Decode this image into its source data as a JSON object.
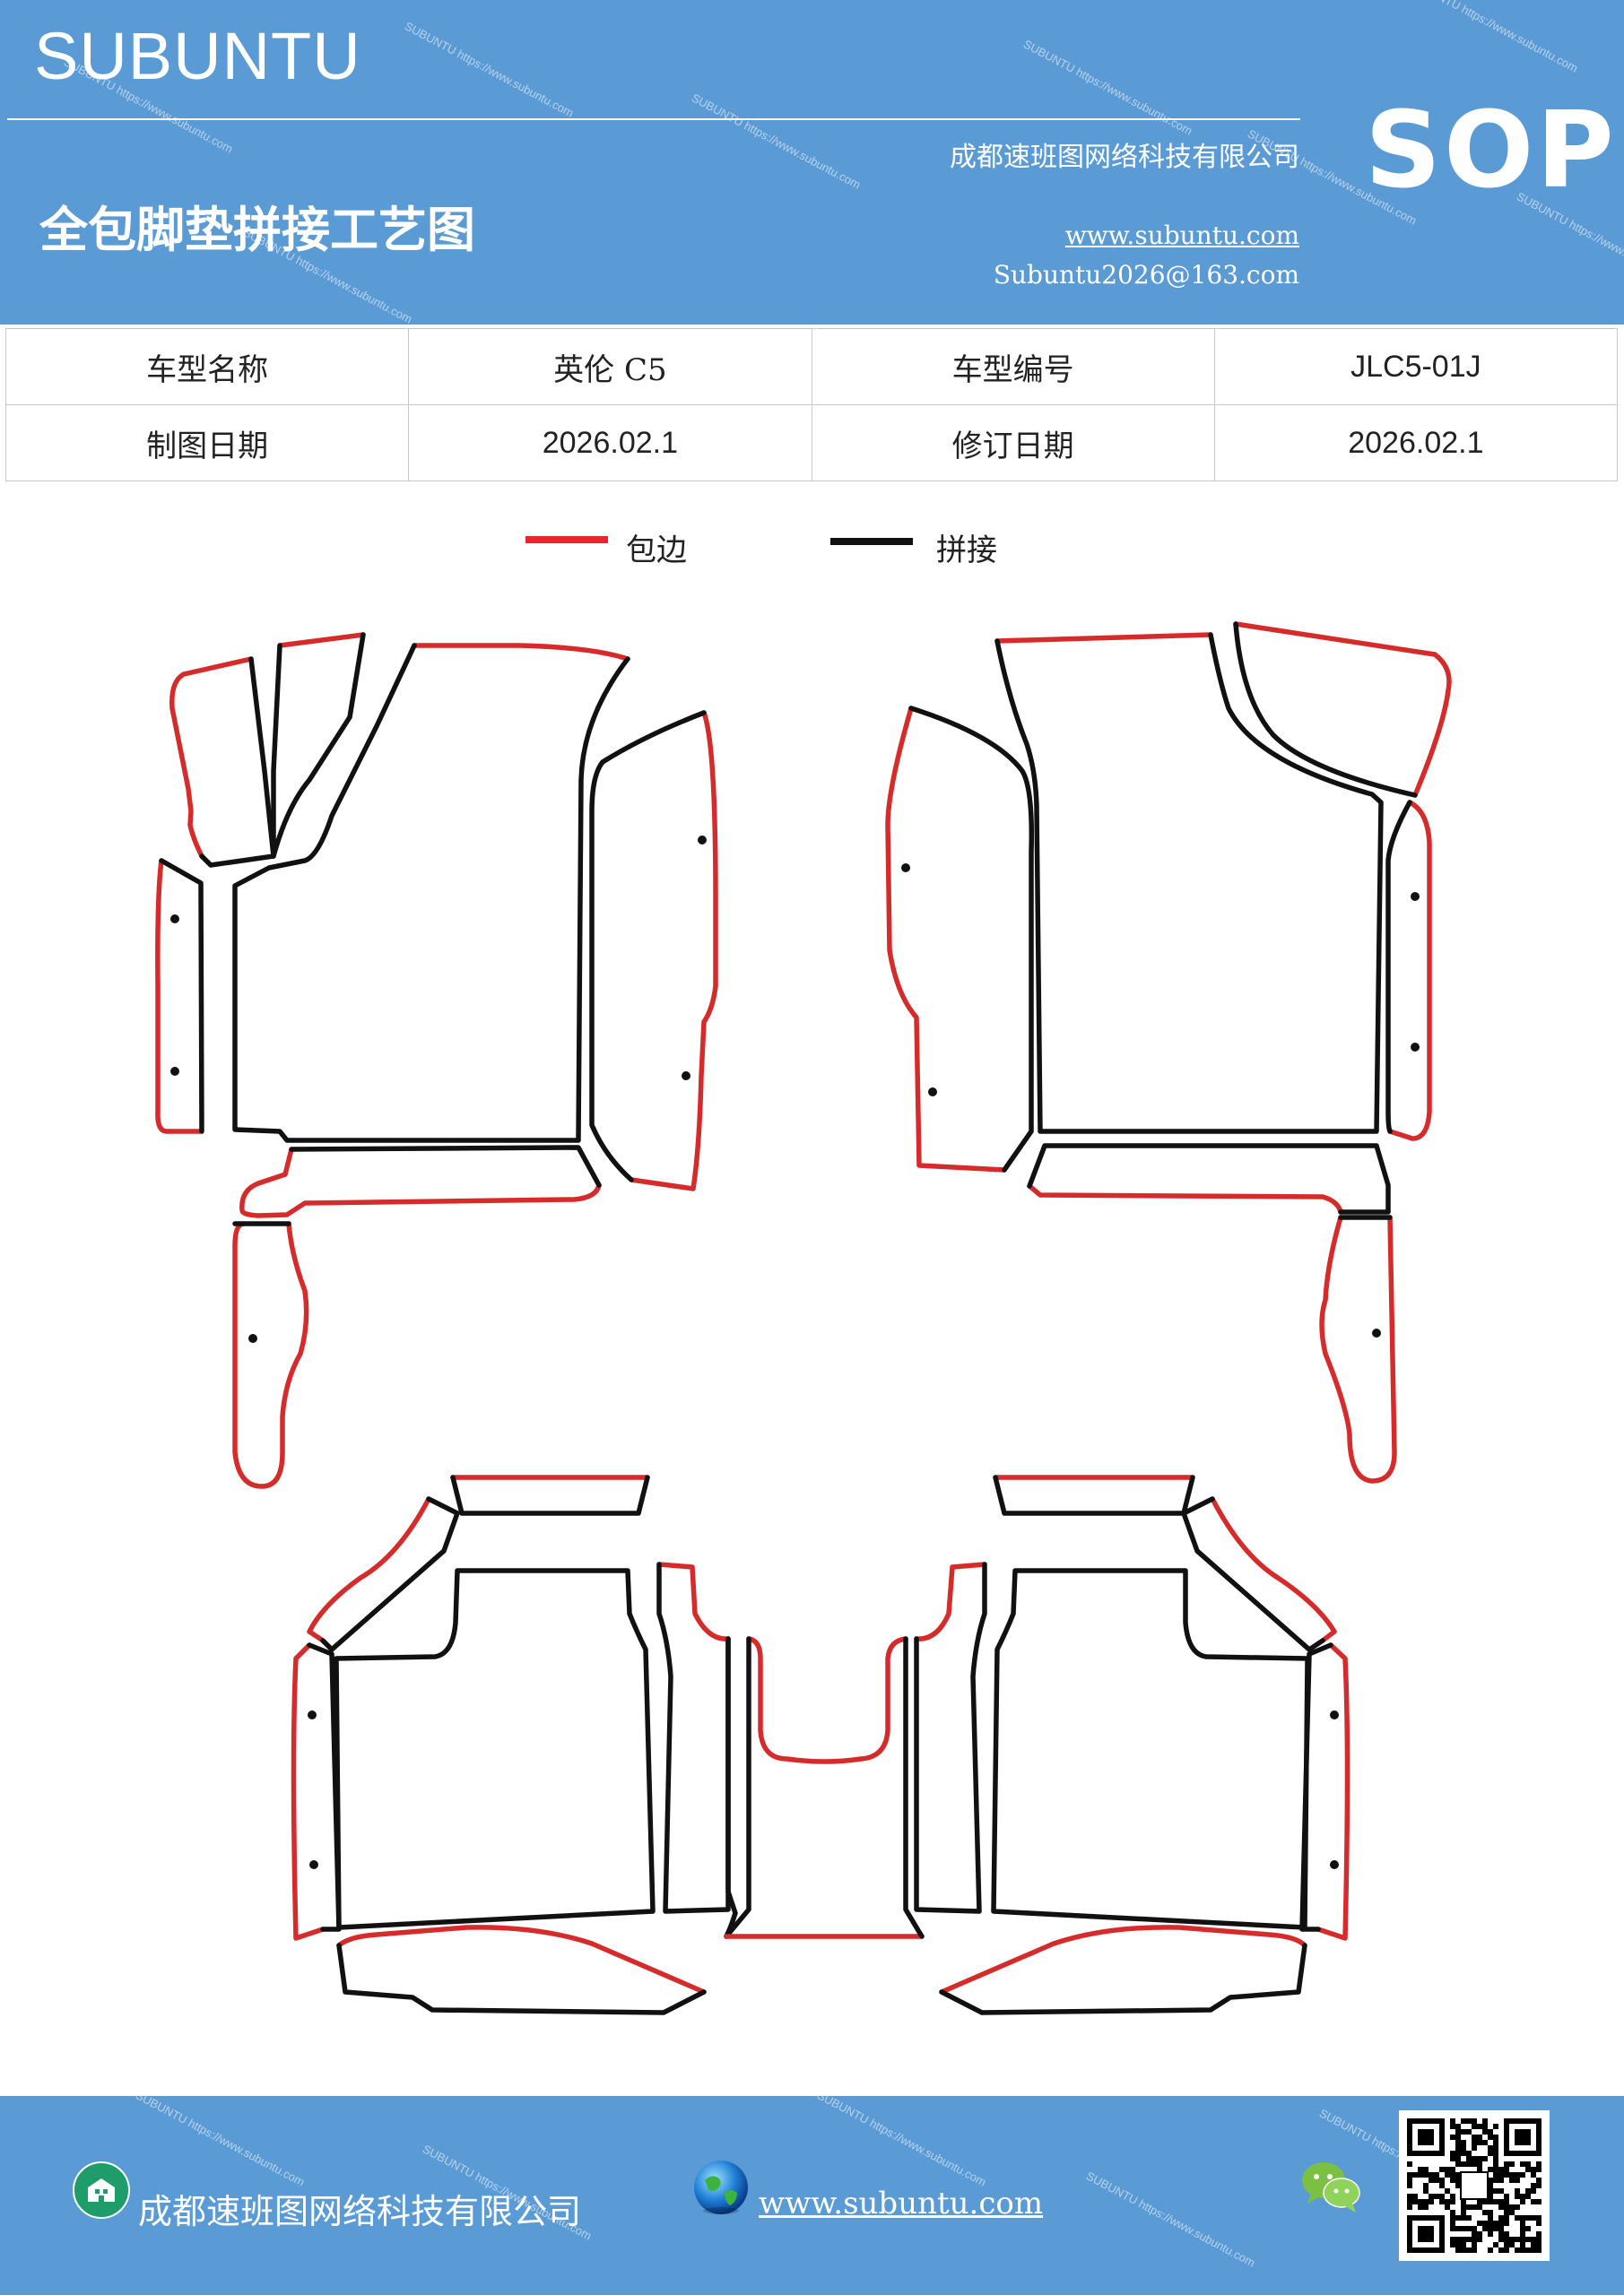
{
  "header": {
    "brand": "SUBUNTU",
    "company": "成都速班图网络科技有限公司",
    "title": "全包脚垫拼接工艺图",
    "website": "www.subuntu.com",
    "email": "Subuntu2026@163.com",
    "badge": "SOP",
    "watermark": "SUBUNTU https://www.subuntu.com"
  },
  "info": {
    "row1": {
      "label1": "车型名称",
      "value1": "英伦 C5",
      "label2": "车型编号",
      "value2": "JLC5-01J"
    },
    "row2": {
      "label1": "制图日期",
      "value1": "2026.02.1",
      "label2": "修订日期",
      "value2": "2026.02.1"
    }
  },
  "legend": {
    "items": [
      {
        "label": "包边",
        "color": "#e8262d"
      },
      {
        "label": "拼接",
        "color": "#111111"
      }
    ]
  },
  "diagram": {
    "edge_color": "#d62b2b",
    "seam_color": "#111111"
  },
  "footer": {
    "company": "成都速班图网络科技有限公司",
    "website": "www.subuntu.com",
    "icons": [
      "building-icon",
      "globe-icon",
      "wechat-icon",
      "qr-code"
    ]
  }
}
